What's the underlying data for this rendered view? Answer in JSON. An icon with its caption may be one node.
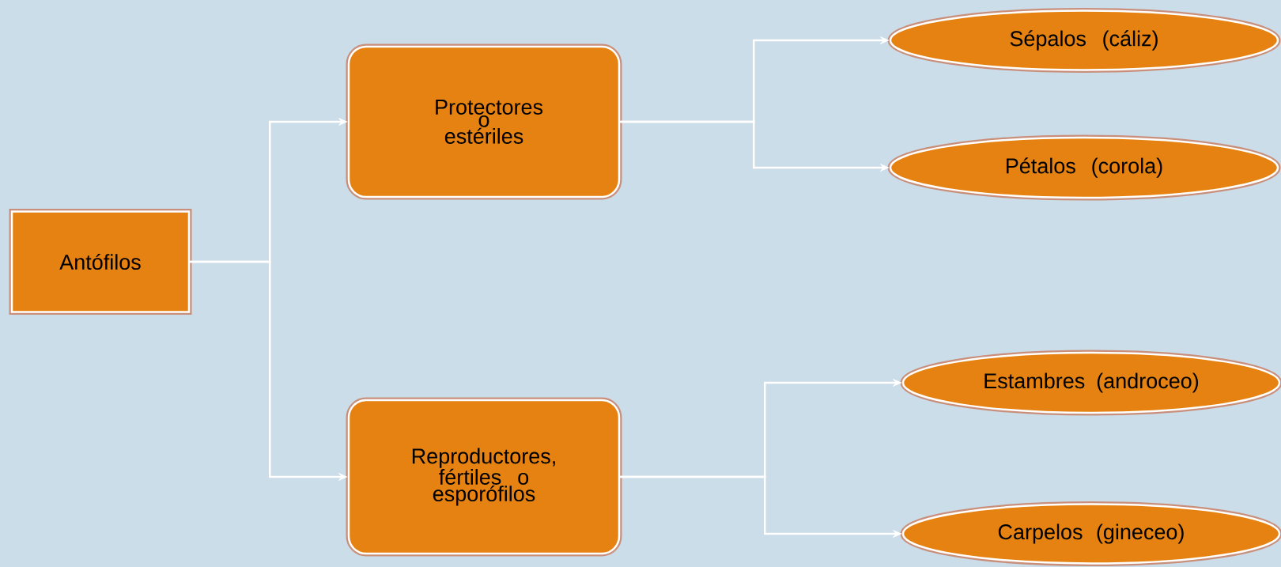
{
  "diagram": {
    "nodes": [
      {
        "text": [
          "Antófilos"
        ]
      },
      {
        "text": [
          "Protectores o estériles"
        ]
      },
      {
        "text": [
          "Reproductores, fértiles o esporófilos"
        ]
      },
      {
        "text": [
          "Sépalos (cáliz)"
        ]
      },
      {
        "text": [
          "Pétalos (corola)"
        ]
      },
      {
        "text": [
          "Estambres (androceo)"
        ]
      },
      {
        "text": [
          "Carpelos (gineceo)"
        ]
      }
    ],
    "edges": [
      {
        "from": 0,
        "to": 1,
        "arrow": "to"
      },
      {
        "from": 0,
        "to": 2,
        "arrow": "to"
      },
      {
        "from": 1,
        "to": 3,
        "arrow": "to"
      },
      {
        "from": 1,
        "to": 4,
        "arrow": "to"
      },
      {
        "from": 2,
        "to": 5,
        "arrow": "to"
      },
      {
        "from": 2,
        "to": 6,
        "arrow": "to"
      }
    ]
  }
}
